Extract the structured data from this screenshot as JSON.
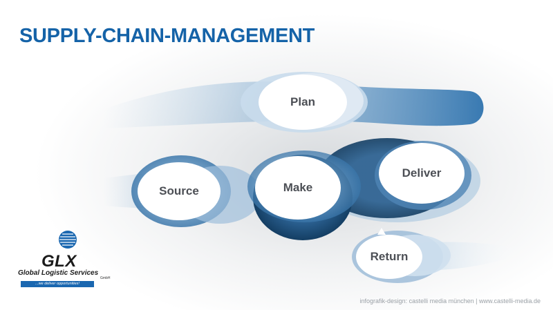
{
  "title": "SUPPLY-CHAIN-MANAGEMENT",
  "nodes": {
    "plan": "Plan",
    "source": "Source",
    "make": "Make",
    "deliver": "Deliver",
    "return": "Return"
  },
  "logo": {
    "name": "GLX",
    "company": "Global Logistic Services",
    "legal_form": "GmbH",
    "slogan": "...we deliver opportunities!"
  },
  "credit": "infografik-design: castelli media münchen | www.castelli-media.de",
  "colors": {
    "title": "#1563a8",
    "stream_dark": "#1a4f7a",
    "stream_mid": "#3f7fb2",
    "stream_light": "#a9c7e0",
    "label": "#4c4f55"
  }
}
